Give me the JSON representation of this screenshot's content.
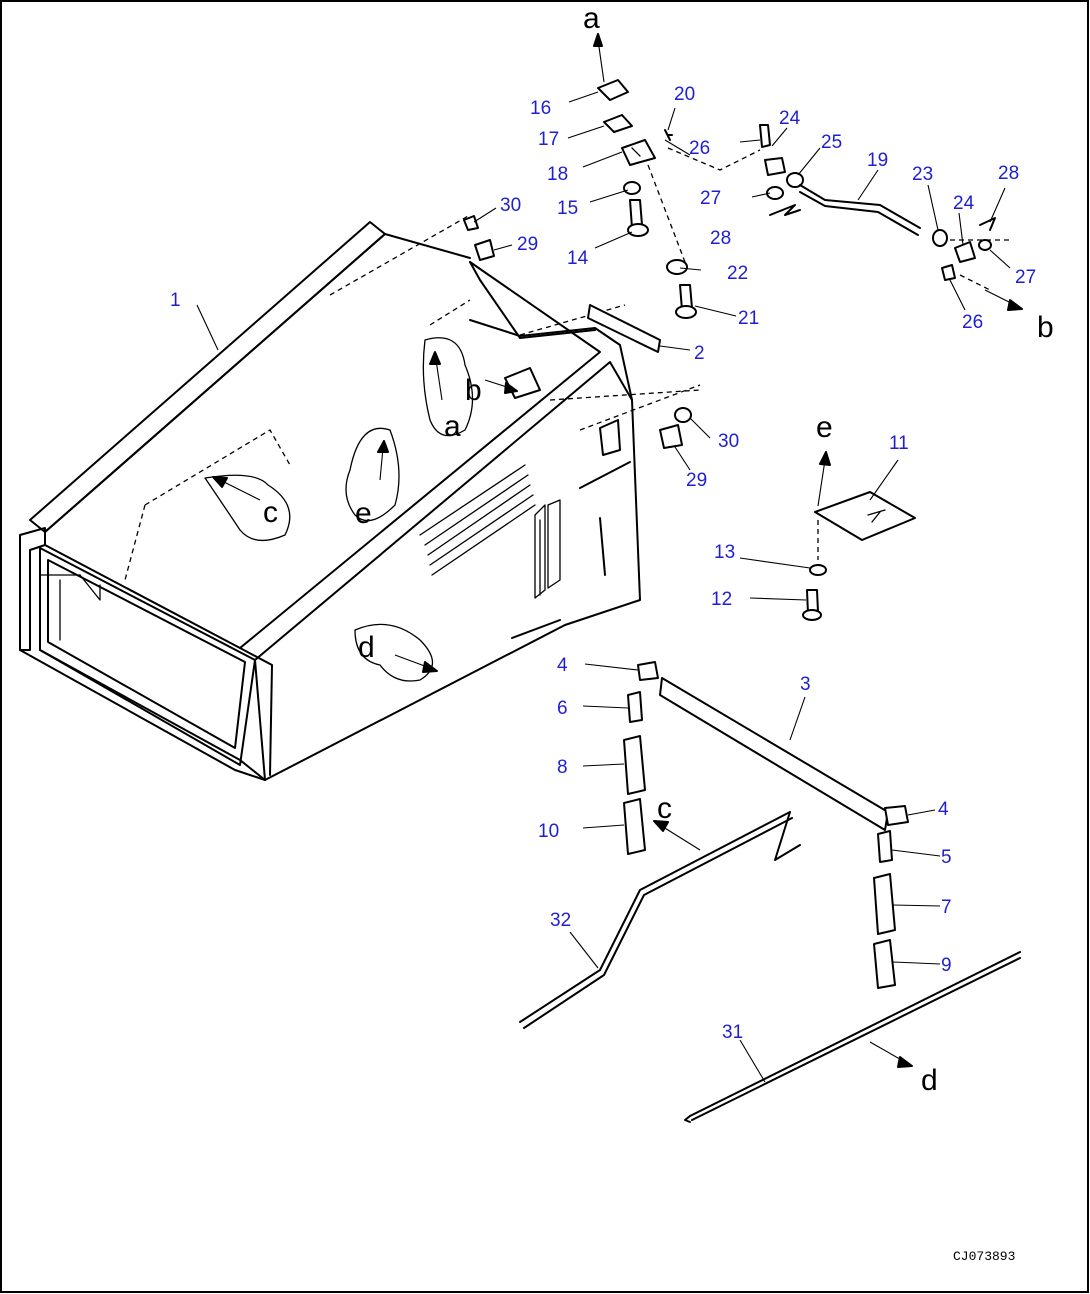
{
  "callouts": {
    "n1": "1",
    "n2": "2",
    "n3": "3",
    "n4a": "4",
    "n4b": "4",
    "n5": "5",
    "n6": "6",
    "n7": "7",
    "n8": "8",
    "n9": "9",
    "n10": "10",
    "n11": "11",
    "n12": "12",
    "n13": "13",
    "n14": "14",
    "n15": "15",
    "n16": "16",
    "n17": "17",
    "n18": "18",
    "n19": "19",
    "n20": "20",
    "n21": "21",
    "n22": "22",
    "n23": "23",
    "n24a": "24",
    "n24b": "24",
    "n25": "25",
    "n26a": "26",
    "n26b": "26",
    "n27a": "27",
    "n27b": "27",
    "n28a": "28",
    "n28b": "28",
    "n29a": "29",
    "n29b": "29",
    "n30a": "30",
    "n30b": "30",
    "n31": "31",
    "n32": "32"
  },
  "references": {
    "a_top": "a",
    "b_right": "b",
    "e_right": "e",
    "c_right": "c",
    "d_right": "d",
    "a_body": "a",
    "b_body": "b",
    "c_body": "c",
    "e_body": "e",
    "d_body": "d"
  },
  "drawing_code": "CJ073893",
  "colors": {
    "callout": "#1f1fd0",
    "line": "#000000"
  }
}
